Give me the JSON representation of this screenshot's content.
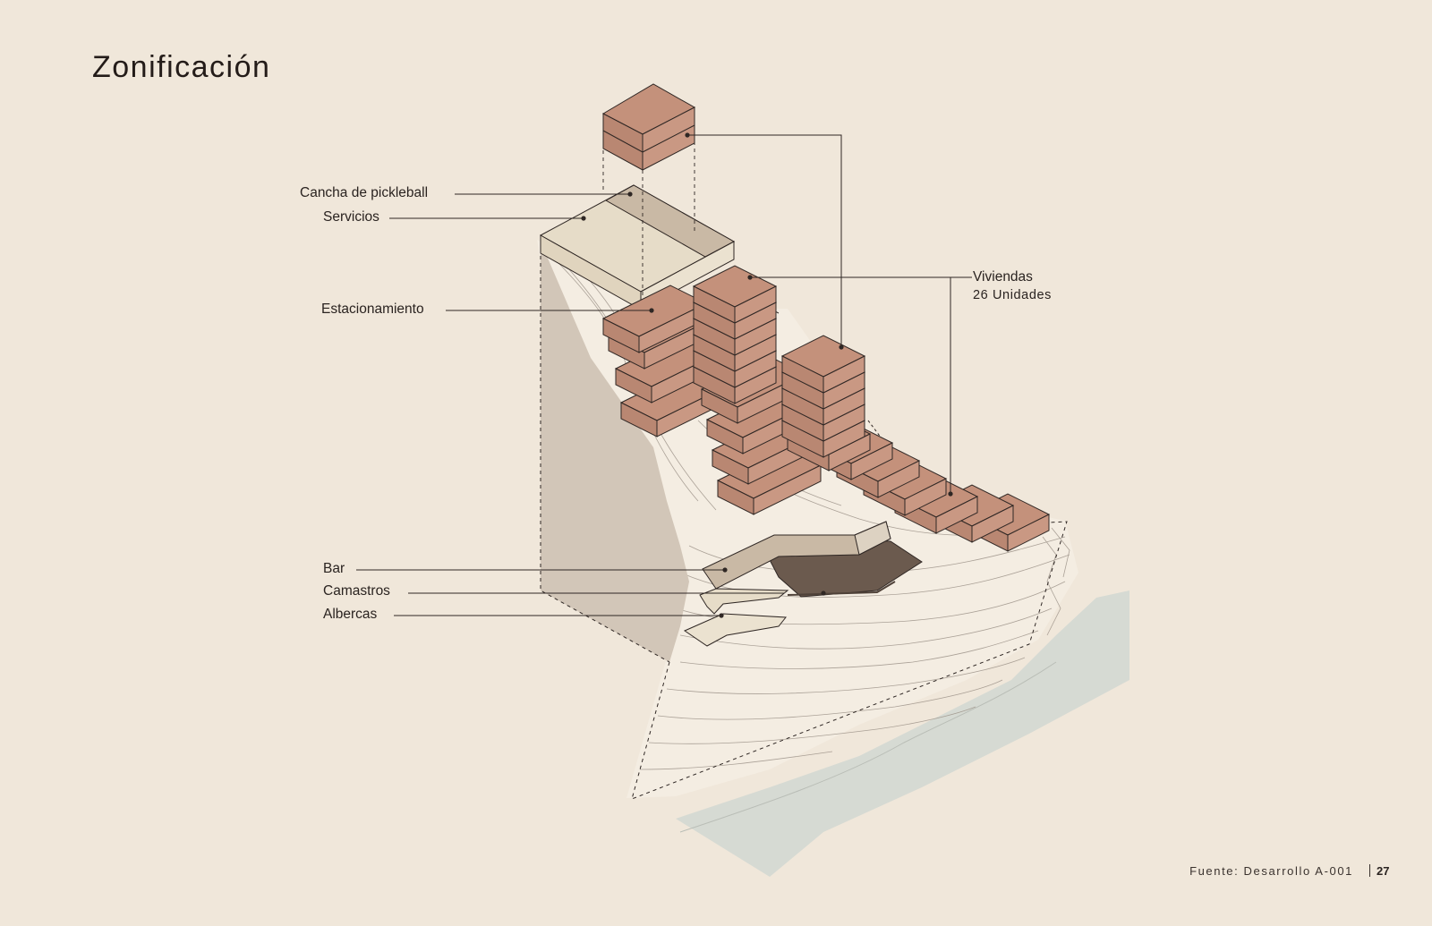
{
  "page": {
    "title": "Zonificación",
    "source": "Fuente: Desarrollo A-001",
    "page_number": "27"
  },
  "labels": {
    "pickleball": "Cancha de pickleball",
    "servicios": "Servicios",
    "estacionamiento": "Estacionamiento",
    "viviendas": "Viviendas",
    "viviendas_units": "26 Unidades",
    "bar": "Bar",
    "camastros": "Camastros",
    "albercas": "Albercas"
  },
  "colors": {
    "background": "#f0e7da",
    "housing": "#c4917b",
    "services": "#e6dcc8",
    "court": "#c9b9a5",
    "cliff": "#d2c6b8",
    "pool": "#6b5a4e",
    "water": "#d5d9d2",
    "line": "#2f2724"
  }
}
